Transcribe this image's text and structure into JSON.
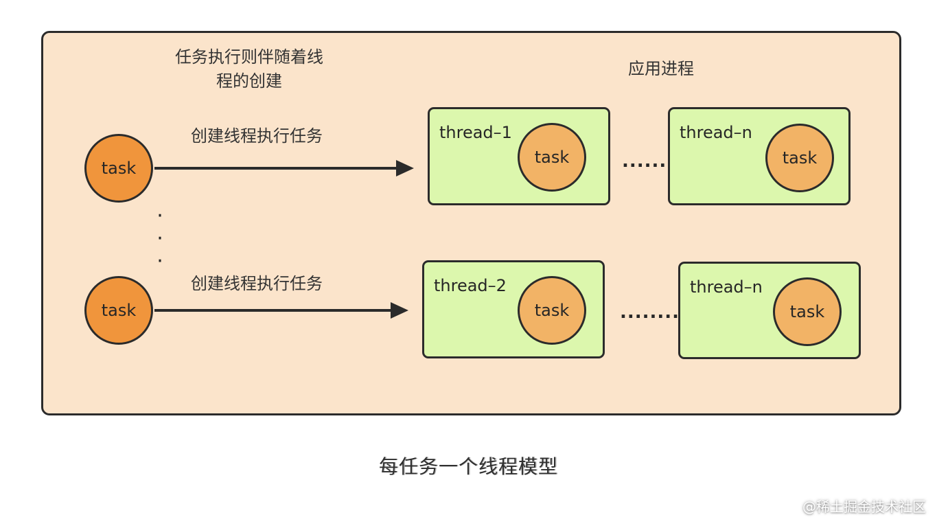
{
  "panel": {
    "left_note": "任务执行则伴随着线\n程的创建",
    "process_title": "应用进程"
  },
  "rows": [
    {
      "task_label": "task",
      "arrow_label": "创建线程执行任务",
      "dots": ".......",
      "threads": [
        {
          "name": "thread–1",
          "task": "task"
        },
        {
          "name": "thread–n",
          "task": "task"
        }
      ]
    },
    {
      "task_label": "task",
      "arrow_label": "创建线程执行任务",
      "dots": "........",
      "threads": [
        {
          "name": "thread–2",
          "task": "task"
        },
        {
          "name": "thread–n",
          "task": "task"
        }
      ]
    }
  ],
  "vertical_dots": "·\n·\n·",
  "caption": "每任务一个线程模型",
  "watermark": "@稀土掘金技术社区",
  "colors": {
    "panel_fill": "#fbe4cb",
    "thread_fill": "#dcf7ad",
    "task_fill": "#f0953c",
    "inner_task_fill": "#f2b366",
    "stroke": "#2b2b2b"
  }
}
